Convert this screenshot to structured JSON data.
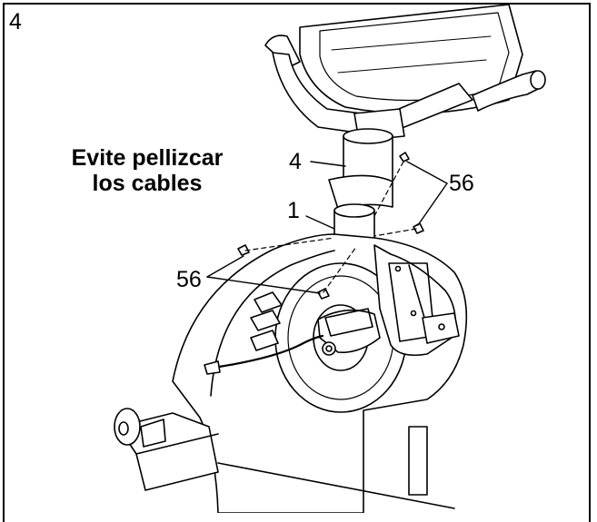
{
  "step": "4",
  "note": {
    "line1": "Evite pellizcar",
    "line2": "los cables"
  },
  "callouts": {
    "part_4": "4",
    "part_1": "1",
    "part_56_right": "56",
    "part_56_left": "56"
  }
}
